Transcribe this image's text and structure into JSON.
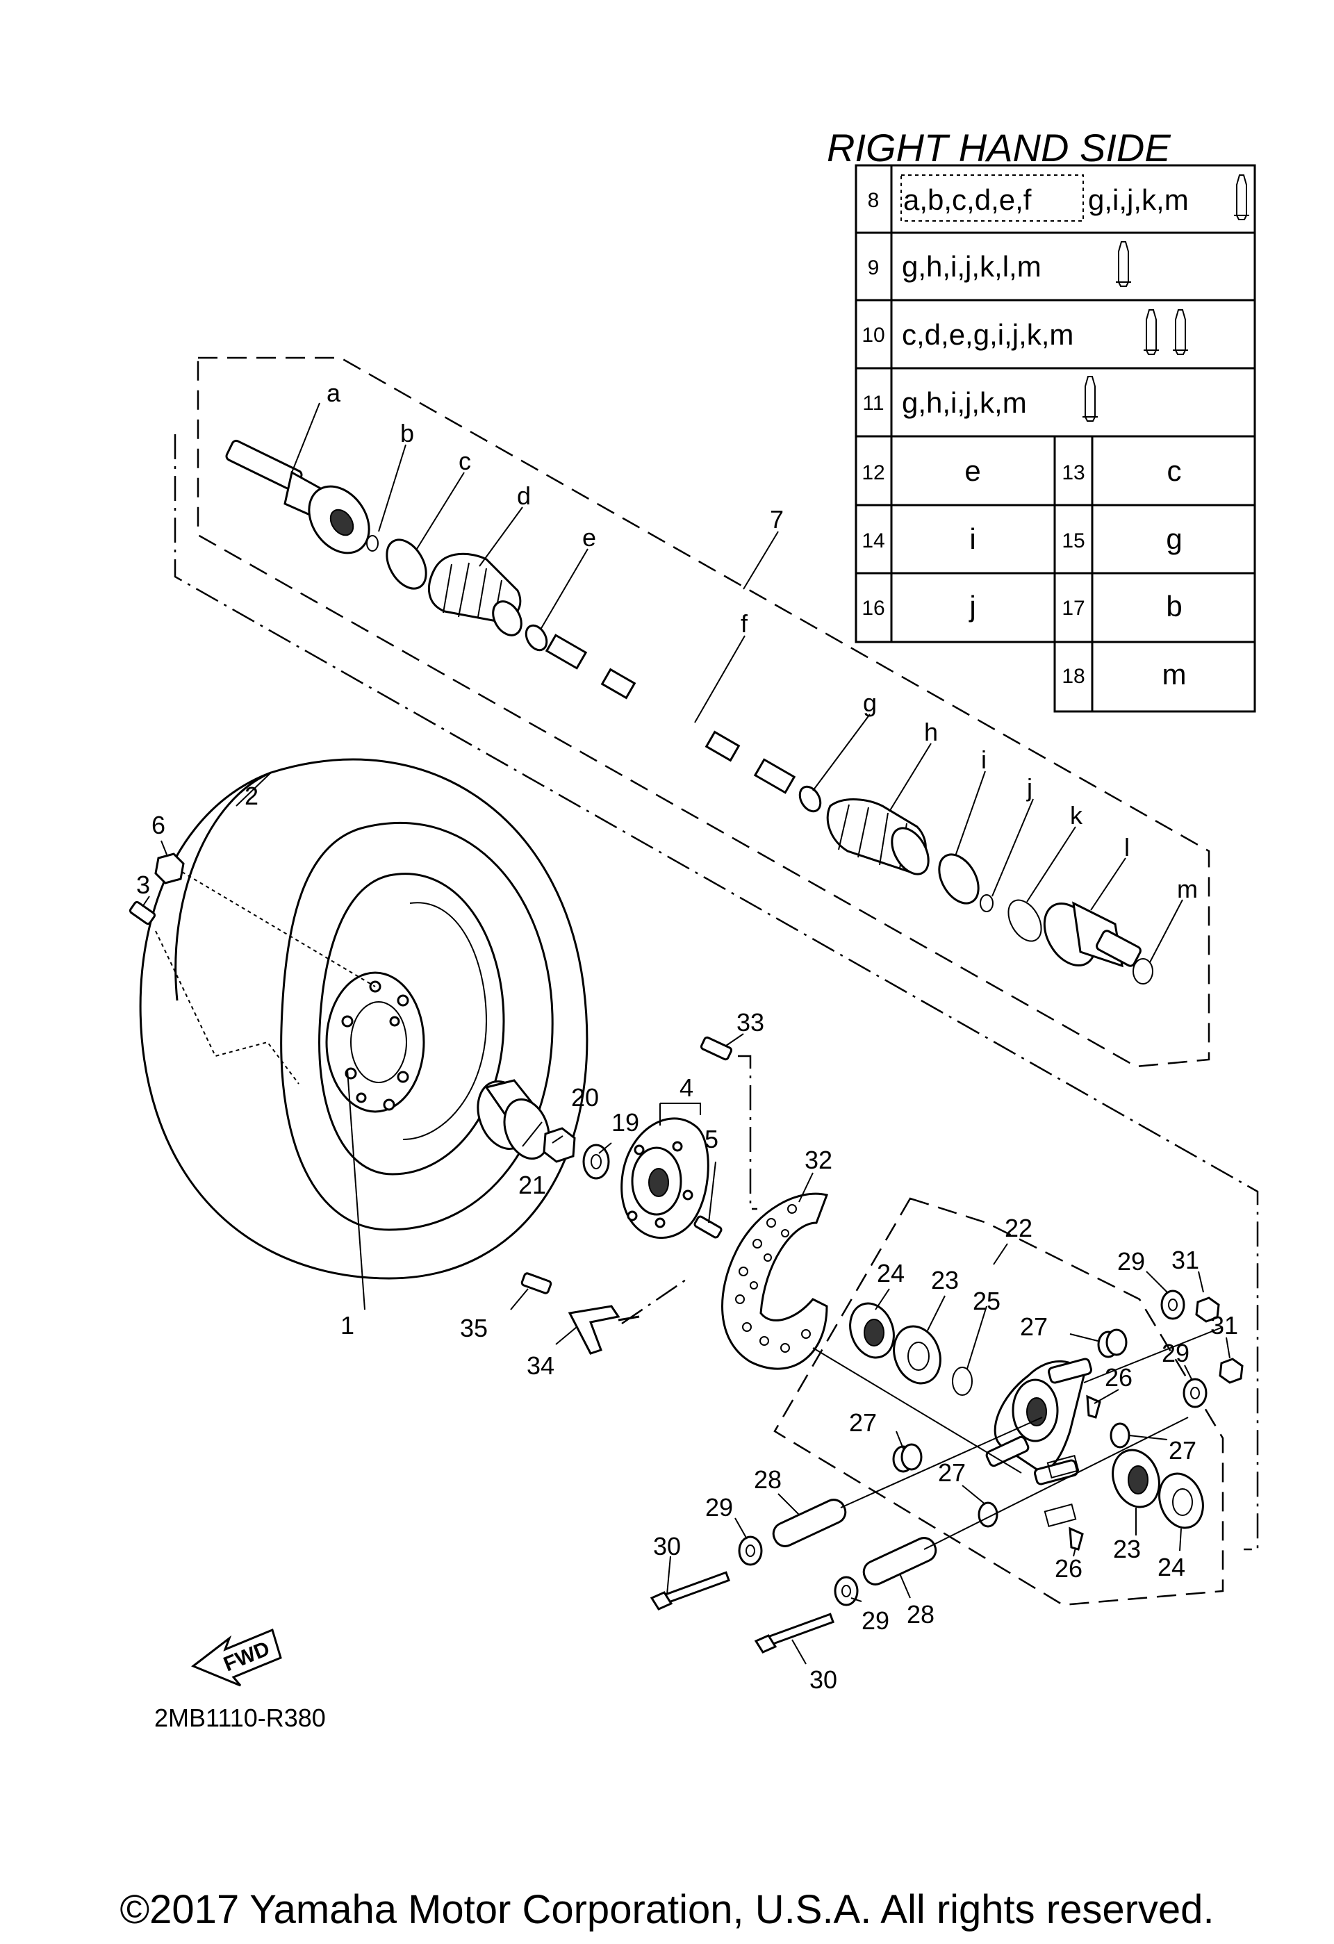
{
  "table": {
    "title": "RIGHT HAND SIDE",
    "rows": [
      {
        "num": "8",
        "dashed": "a,b,c,d,e,f",
        "rest": "g,i,j,k,m"
      },
      {
        "num": "9",
        "text": "g,h,i,j,k,l,m"
      },
      {
        "num": "10",
        "text": "c,d,e,g,i,j,k,m"
      },
      {
        "num": "11",
        "text": "g,h,i,j,k,m"
      }
    ],
    "pairs": [
      {
        "n1": "12",
        "v1": "e",
        "n2": "13",
        "v2": "c"
      },
      {
        "n1": "14",
        "v1": "i",
        "n2": "15",
        "v2": "g"
      },
      {
        "n1": "16",
        "v1": "j",
        "n2": "17",
        "v2": "b"
      },
      {
        "n2": "18",
        "v2": "m"
      }
    ]
  },
  "letters": [
    "a",
    "b",
    "c",
    "d",
    "e",
    "f",
    "g",
    "h",
    "i",
    "j",
    "k",
    "l",
    "m"
  ],
  "numbers": [
    "1",
    "2",
    "3",
    "4",
    "5",
    "6",
    "7",
    "19",
    "20",
    "21",
    "22",
    "23",
    "24",
    "25",
    "26",
    "27",
    "28",
    "29",
    "30",
    "31",
    "32",
    "33",
    "34",
    "35"
  ],
  "fwd_label": "FWD",
  "diagram_code": "2MB1110-R380",
  "copyright": "©2017 Yamaha Motor Corporation, U.S.A. All rights reserved."
}
